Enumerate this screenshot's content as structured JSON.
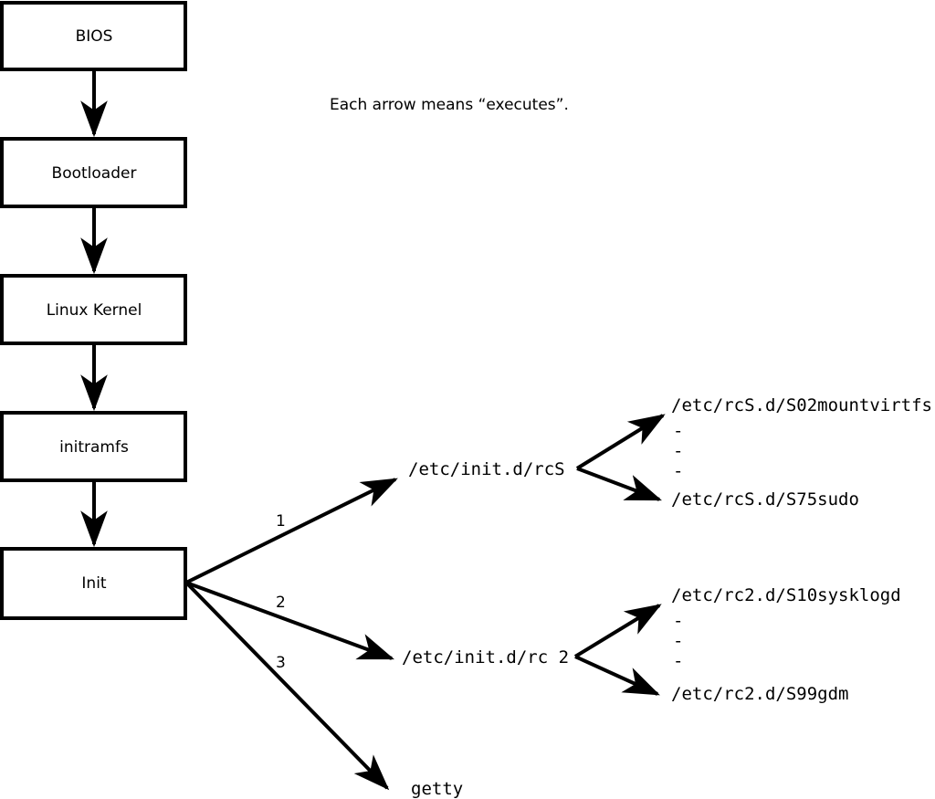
{
  "caption": {
    "text": "Each arrow means “executes”."
  },
  "boot_chain": {
    "boxes": [
      {
        "id": "bios",
        "label": "BIOS"
      },
      {
        "id": "bootloader",
        "label": "Bootloader"
      },
      {
        "id": "linux-kernel",
        "label": "Linux Kernel"
      },
      {
        "id": "initramfs",
        "label": "initramfs"
      },
      {
        "id": "init",
        "label": "Init"
      }
    ]
  },
  "init_branches": [
    {
      "number": "1",
      "target": "/etc/init.d/rcS"
    },
    {
      "number": "2",
      "target": "/etc/init.d/rc 2"
    },
    {
      "number": "3",
      "target": "getty"
    }
  ],
  "rcs_group": {
    "parent": "/etc/init.d/rcS",
    "first": "/etc/rcS.d/S02mountvirtfs",
    "ellipsis": [
      "-",
      "-",
      "-"
    ],
    "last": "/etc/rcS.d/S75sudo"
  },
  "rc2_group": {
    "parent": "/etc/init.d/rc 2",
    "first": "/etc/rc2.d/S10sysklogd",
    "ellipsis": [
      "-",
      "-",
      "-"
    ],
    "last": "/etc/rc2.d/S99gdm"
  },
  "getty_node": {
    "label": "getty"
  },
  "colors": {
    "background": "#ffffff",
    "stroke": "#000000",
    "text": "#000000"
  }
}
